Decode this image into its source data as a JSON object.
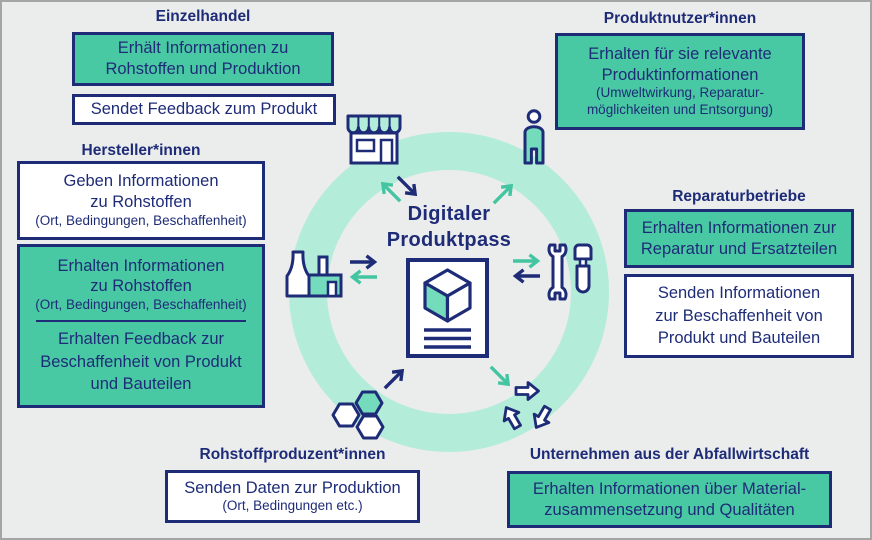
{
  "colors": {
    "navy": "#1e2c78",
    "green": "#48c9a4",
    "mint": "#b3edd9",
    "mint_strong": "#74dcbc",
    "arrow_green": "#42c5a0",
    "bg": "#ebecec",
    "frame": "#a5a5a5",
    "white": "#ffffff"
  },
  "center": {
    "title_line1": "Digitaler",
    "title_line2": "Produktpass",
    "icon": "document-cube-icon"
  },
  "stakeholders": {
    "einzelhandel": {
      "title": "Einzelhandel",
      "receive_box": {
        "lines": [
          "Erhält Informationen zu",
          "Rohstoffen und Produktion"
        ]
      },
      "send_box": {
        "lines": [
          "Sendet Feedback zum Produkt"
        ]
      }
    },
    "produktnutzer": {
      "title": "Produktnutzer*innen",
      "receive_box": {
        "lines": [
          "Erhalten für sie relevante",
          "Produktinformationen"
        ],
        "sublines": [
          "(Umweltwirkung, Reparatur-",
          "möglichkeiten und Entsorgung)"
        ]
      }
    },
    "hersteller": {
      "title": "Hersteller*innen",
      "send_box": {
        "lines": [
          "Geben Informationen",
          "zu Rohstoffen"
        ],
        "sublines": [
          "(Ort, Bedingungen, Beschaffenheit)"
        ]
      },
      "receive_box": {
        "part1": {
          "lines": [
            "Erhalten Informationen",
            "zu Rohstoffen"
          ],
          "sublines": [
            "(Ort, Bedingungen, Beschaffenheit)"
          ]
        },
        "part2": {
          "lines": [
            "Erhalten Feedback zur",
            "Beschaffenheit von Produkt",
            "und Bauteilen"
          ]
        }
      }
    },
    "reparaturbetriebe": {
      "title": "Reparaturbetriebe",
      "receive_box": {
        "lines": [
          "Erhalten Informationen zur",
          "Reparatur und Ersatzteilen"
        ]
      },
      "send_box": {
        "lines": [
          "Senden Informationen",
          "zur Beschaffenheit von",
          "Produkt und Bauteilen"
        ]
      }
    },
    "rohstoffproduzenten": {
      "title": "Rohstoffproduzent*innen",
      "send_box": {
        "lines": [
          "Senden Daten zur Produktion"
        ],
        "sublines": [
          "(Ort, Bedingungen etc.)"
        ]
      }
    },
    "abfallwirtschaft": {
      "title": "Unternehmen aus der Abfallwirtschaft",
      "receive_box": {
        "lines": [
          "Erhalten Informationen über Material-",
          "zusammensetzung und Qualitäten"
        ]
      }
    }
  },
  "icons": {
    "store": "store-icon",
    "product_user": "person-icon",
    "manufacturer": "factory-icon",
    "repair": "wrench-screwdriver-icon",
    "raw_material": "hexagons-icon",
    "waste": "recycle-icon",
    "center": "document-cube-icon"
  }
}
